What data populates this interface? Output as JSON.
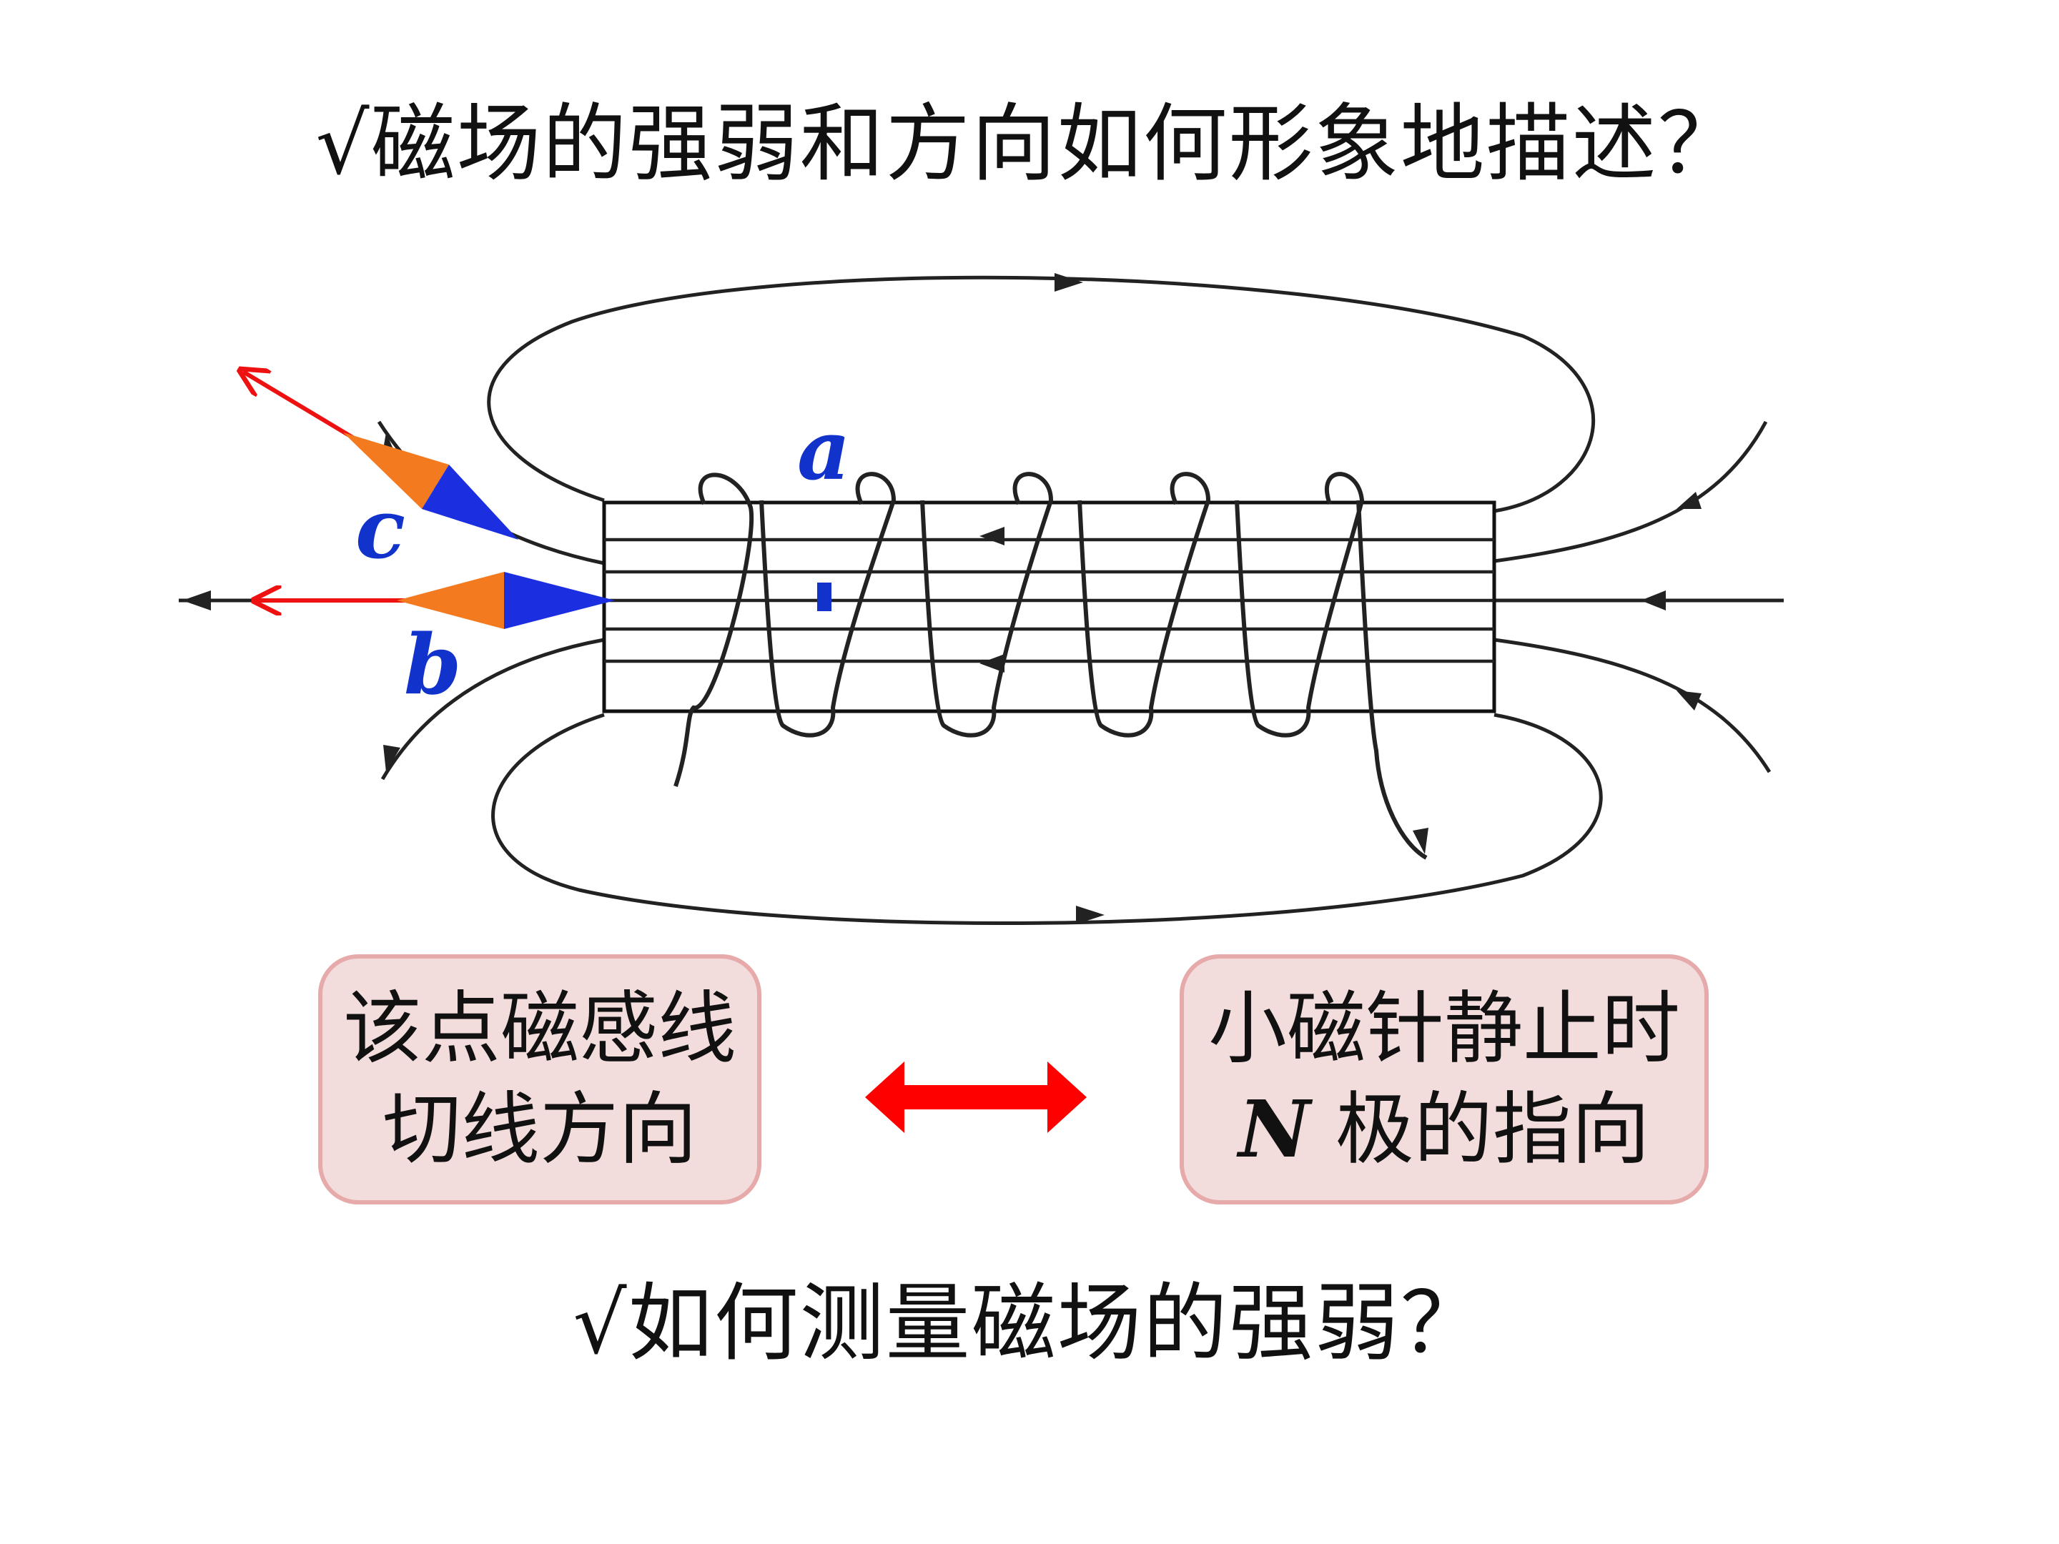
{
  "title": "√磁场的强弱和方向如何形象地描述？",
  "diagram": {
    "labels": {
      "a": "a",
      "b": "b",
      "c": "c"
    },
    "colors": {
      "field_line": "#222222",
      "coil_box": "#111111",
      "tangent_arrow": "#ee1111",
      "label": "#1133cc",
      "needle_south": "#f47a20",
      "needle_north": "#1b2fe0",
      "box_fill": "#f2dcdc",
      "box_border": "#e7aaaa",
      "double_arrow": "#ff0000"
    }
  },
  "left_box": {
    "line1": "该点磁感线",
    "line2": "切线方向"
  },
  "right_box": {
    "line1": "小磁针静止时",
    "n_letter": "N",
    "line2_rest": " 极的指向"
  },
  "bottom_question": "√如何测量磁场的强弱？"
}
